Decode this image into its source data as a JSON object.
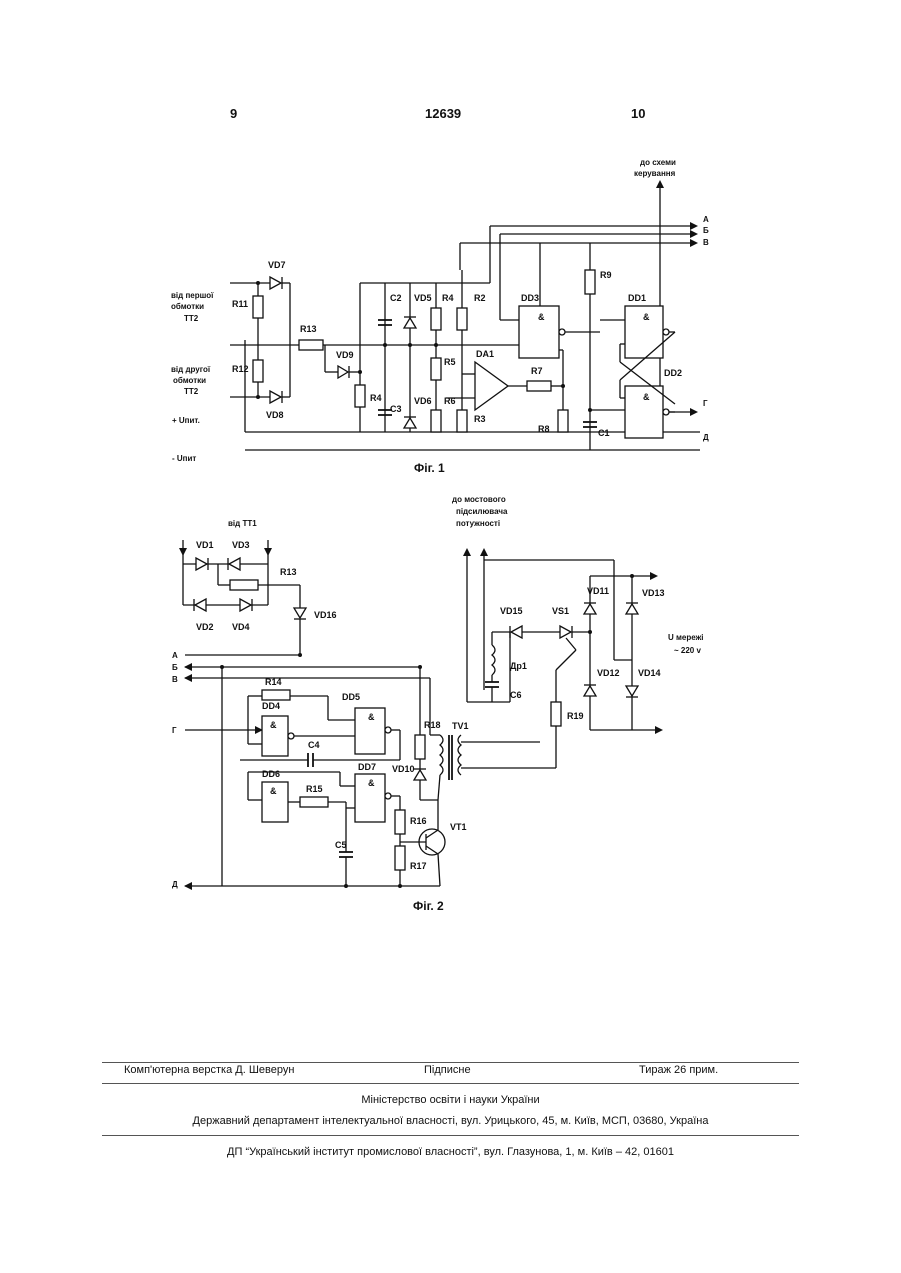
{
  "page_header": {
    "left_num": "9",
    "center_num": "12639",
    "right_num": "10"
  },
  "fig1": {
    "caption": "Фіг. 1",
    "top_label": [
      "до схеми",
      "керування"
    ],
    "input_first": [
      "від першої",
      "обмотки",
      "ТТ2"
    ],
    "input_second": [
      "від другої",
      "обмотки",
      "ТТ2"
    ],
    "supply_plus": "+ Uпит.",
    "supply_minus": "- Uпит",
    "bus": [
      "А",
      "Б",
      "В",
      "Г",
      "Д"
    ],
    "components": {
      "vd7": "VD7",
      "vd8": "VD8",
      "vd9": "VD9",
      "vd5": "VD5",
      "vd6": "VD6",
      "r11": "R11",
      "r12": "R12",
      "r13": "R13",
      "r4a": "R4",
      "r4b": "R4",
      "r2": "R2",
      "r5": "R5",
      "r6": "R6",
      "r3": "R3",
      "r7": "R7",
      "r8": "R8",
      "r9": "R9",
      "c2": "C2",
      "c3": "C3",
      "c1": "C1",
      "da1": "DA1",
      "dd3": "DD3",
      "dd1": "DD1",
      "dd2": "DD2"
    },
    "gate_symbol": "&"
  },
  "fig2": {
    "caption": "Фіг. 2",
    "source_label": "від ТТ1",
    "out_label": [
      "до мостового",
      "підсилювача",
      "потужності"
    ],
    "mains_label": [
      "U мережі",
      "~ 220 v"
    ],
    "bus": [
      "А",
      "Б",
      "В",
      "Г",
      "Д"
    ],
    "components": {
      "vd1": "VD1",
      "vd2": "VD2",
      "vd3": "VD3",
      "vd4": "VD4",
      "vd16": "VD16",
      "vd15": "VD15",
      "vd11": "VD11",
      "vd12": "VD12",
      "vd13": "VD13",
      "vd14": "VD14",
      "vd10": "VD10",
      "r13": "R13",
      "r14": "R14",
      "r15": "R15",
      "r16": "R16",
      "r17": "R17",
      "r18": "R18",
      "r19": "R19",
      "c4": "C4",
      "c5": "C5",
      "c6": "C6",
      "dd4": "DD4",
      "dd5": "DD5",
      "dd6": "DD6",
      "dd7": "DD7",
      "vs1": "VS1",
      "dr1": "Др1",
      "tv1": "TV1",
      "vt1": "VT1"
    },
    "gate_symbol": "&"
  },
  "footer": {
    "layout": "Комп'ютерна верстка Д. Шеверун",
    "signed": "Підписне",
    "circulation": "Тираж 26 прим.",
    "ministry": "Міністерство освіти і науки України",
    "department": "Державний департамент інтелектуальної власності, вул. Урицького, 45, м. Київ, МСП, 03680, Україна",
    "institute": "ДП “Український інститут промислової власності”, вул. Глазунова, 1, м. Київ – 42, 01601"
  }
}
